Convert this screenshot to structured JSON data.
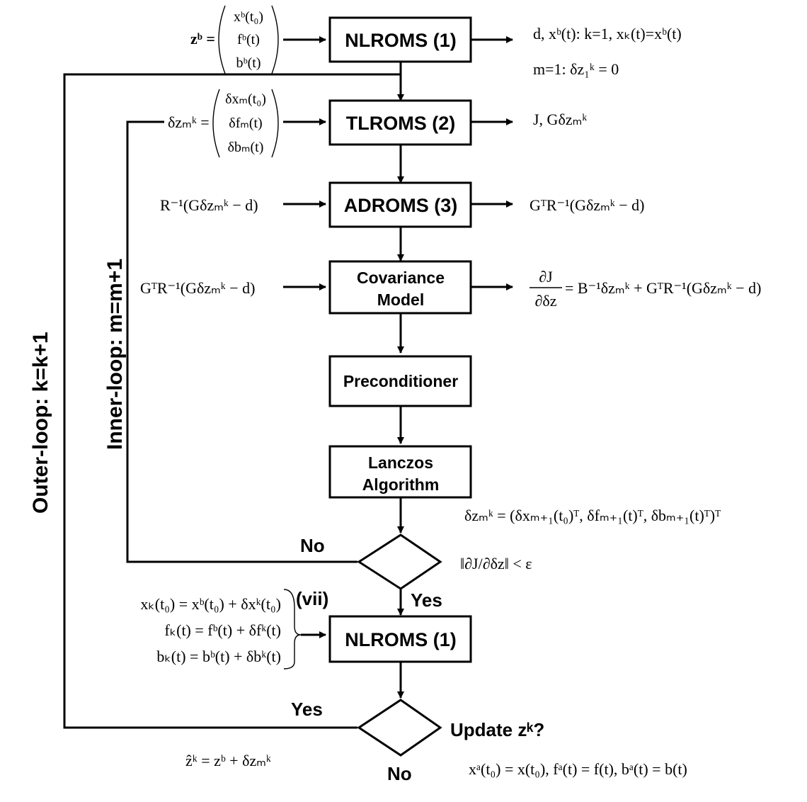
{
  "boxes": {
    "nlroms_top": "NLROMS (1)",
    "tlroms": "TLROMS (2)",
    "adroms": "ADROMS (3)",
    "covariance_line1": "Covariance",
    "covariance_line2": "Model",
    "preconditioner": "Preconditioner",
    "lanczos_line1": "Lanczos",
    "lanczos_line2": "Algorithm",
    "nlroms_bottom": "NLROMS (1)"
  },
  "loops": {
    "outer": "Outer-loop: k=k+1",
    "inner": "Inner-loop: m=m+1"
  },
  "decisions": {
    "d1_no": "No",
    "d1_yes": "Yes",
    "d1_condition": "‖∂J/∂δz‖ < ε",
    "d2_yes": "Yes",
    "d2_no": "No",
    "d2_question": "Update zᵏ?"
  },
  "equations": {
    "zb_lhs": "zᵇ =",
    "zb_vec_1": "xᵇ(t₀)",
    "zb_vec_2": "fᵇ(t)",
    "zb_vec_3": "bᵇ(t)",
    "nlroms_out_1": "d, xᵇ(t): k=1, xₖ(t)=xᵇ(t)",
    "nlroms_out_2": "m=1:  δz₁ᵏ = 0",
    "dz_lhs": "δzₘᵏ =",
    "dz_vec_1": "δxₘ(t₀)",
    "dz_vec_2": "δfₘ(t)",
    "dz_vec_3": "δbₘ(t)",
    "tlroms_out": "J, Gδzₘᵏ",
    "adroms_in": "R⁻¹(Gδzₘᵏ − d)",
    "adroms_out": "GᵀR⁻¹(Gδzₘᵏ − d)",
    "cov_in": "GᵀR⁻¹(Gδzₘᵏ − d)",
    "cov_out_num": "∂J",
    "cov_out_den": "∂δz",
    "cov_out_rhs": "= B⁻¹δzₘᵏ + GᵀR⁻¹(Gδzₘᵏ − d)",
    "lanczos_out": "δzₘᵏ = (δxₘ₊₁(t₀)ᵀ, δfₘ₊₁(t)ᵀ, δbₘ₊₁(t)ᵀ)ᵀ",
    "update_1": "xₖ(t₀) = xᵇ(t₀) + δxᵏ(t₀)",
    "update_2": "fₖ(t) = fᵇ(t) + δfᵏ(t)",
    "update_3": "bₖ(t) = bᵇ(t) + δbᵏ(t)",
    "update_tag": "(vii)",
    "zhat": "ẑᵏ = zᵇ + δzₘᵏ",
    "final": "xᵃ(t₀) = x(t₀),  fᵃ(t) = f(t), bᵃ(t) = b(t)"
  }
}
